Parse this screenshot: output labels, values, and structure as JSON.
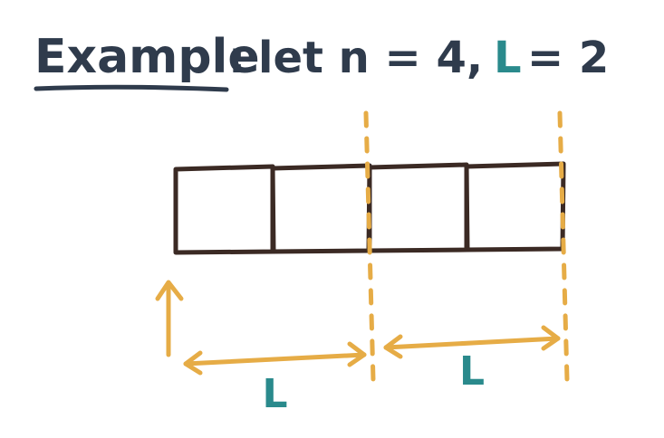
{
  "heading": {
    "word": "Example",
    "colon": ":",
    "statement": "let n = 4,",
    "param_symbol": "L",
    "param_assign": "= 2"
  },
  "diagram": {
    "n_cells": 4,
    "segment_length": 2,
    "segment_labels": [
      "L",
      "L"
    ]
  },
  "colors": {
    "ink": "#3b2a24",
    "heading_ink": "#2f3b4c",
    "highlight": "#e6ac46",
    "label": "#2a8a8c",
    "background": "#ffffff"
  },
  "icons": {
    "start_marker": "up-arrow-icon",
    "segment_arrow": "double-headed-arrow-icon"
  }
}
